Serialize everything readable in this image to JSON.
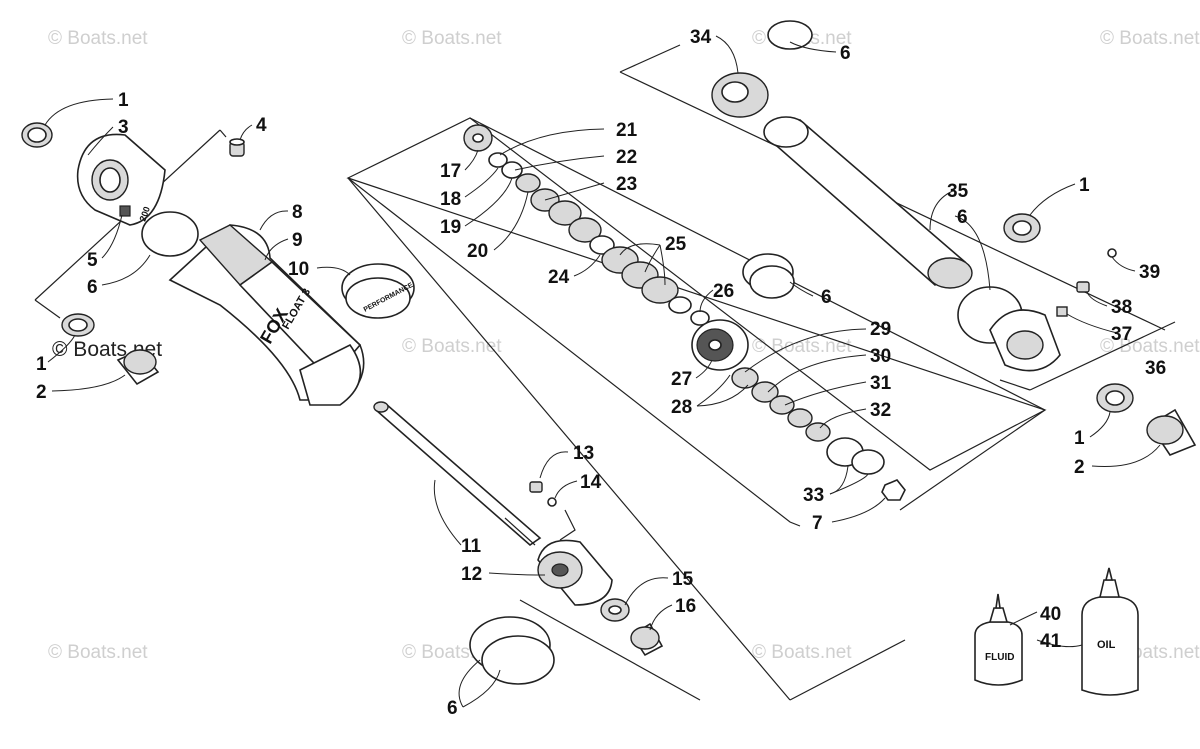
{
  "watermark": "© Boats.net",
  "callouts": [
    "1",
    "2",
    "3",
    "4",
    "5",
    "6",
    "7",
    "8",
    "9",
    "10",
    "11",
    "12",
    "13",
    "14",
    "15",
    "16",
    "17",
    "18",
    "19",
    "20",
    "21",
    "22",
    "23",
    "24",
    "25",
    "26",
    "27",
    "28",
    "29",
    "30",
    "31",
    "32",
    "33",
    "34",
    "35",
    "36",
    "37",
    "38",
    "39",
    "40",
    "41"
  ],
  "bottle_labels": {
    "fluid": "FLUID",
    "oil": "OIL"
  },
  "shock_body_text": {
    "brand": "FOX",
    "model": "FLOAT 3",
    "sleeve": "PERFORMANCE",
    "pressure": "200"
  }
}
